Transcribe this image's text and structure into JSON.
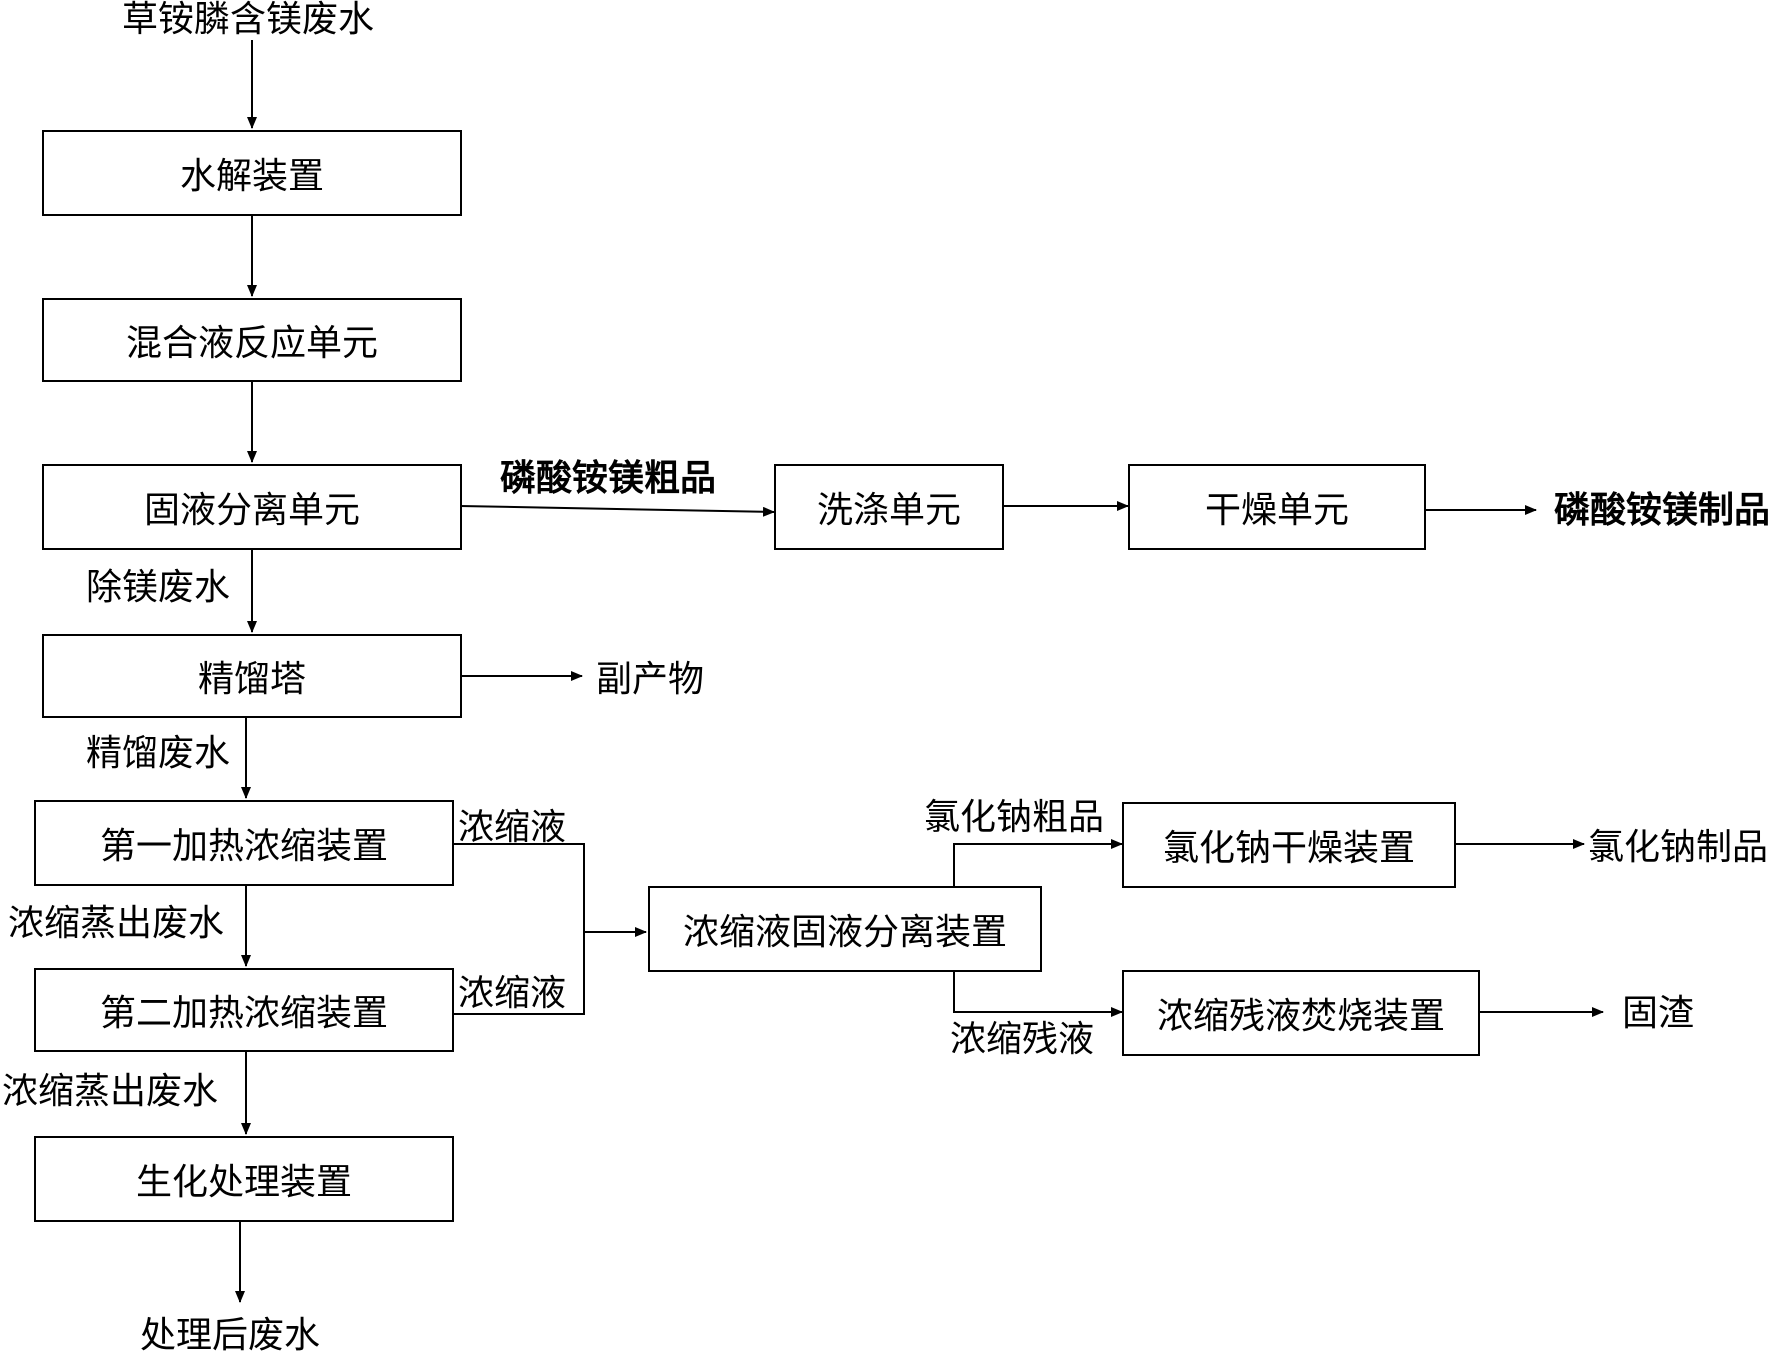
{
  "source_label": "草铵膦含镁废水",
  "units": {
    "hydrolysis": "水解装置",
    "mixing_reaction": "混合液反应单元",
    "solid_liquid_sep": "固液分离单元",
    "washing": "洗涤单元",
    "drying": "干燥单元",
    "rectification_tower": "精馏塔",
    "first_heating_concentration": "第一加热浓缩装置",
    "second_heating_concentration": "第二加热浓缩装置",
    "biochemical_treatment": "生化处理装置",
    "concentrate_sep": "浓缩液固液分离装置",
    "nacl_drying": "氯化钠干燥装置",
    "residue_incineration": "浓缩残液焚烧装置"
  },
  "streams": {
    "struvite_crude": "磷酸铵镁粗品",
    "struvite_product": "磷酸铵镁制品",
    "demagnesium_wastewater": "除镁废水",
    "byproduct": "副产物",
    "rectification_wastewater": "精馏废水",
    "concentrate_1": "浓缩液",
    "evaporated_wastewater_1": "浓缩蒸出废水",
    "concentrate_2": "浓缩液",
    "evaporated_wastewater_2": "浓缩蒸出废水",
    "treated_wastewater": "处理后废水",
    "nacl_crude": "氯化钠粗品",
    "nacl_product": "氯化钠制品",
    "concentrate_residue": "浓缩残液",
    "solid_residue": "固渣"
  }
}
